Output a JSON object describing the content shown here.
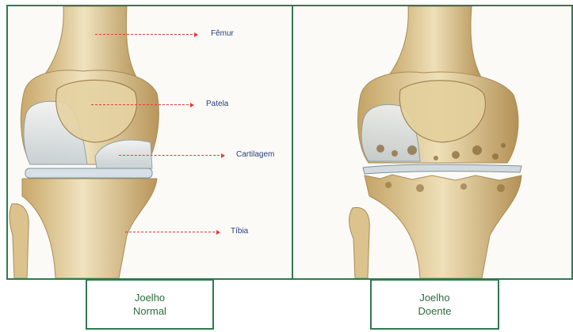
{
  "labels": {
    "femur": "Fêmur",
    "patela": "Patela",
    "cartilagem": "Cartilagem",
    "tibia": "Tíbia"
  },
  "captions": {
    "normal_line1": "Joelho",
    "normal_line2": "Normal",
    "doente_line1": "Joelho",
    "doente_line2": "Doente"
  },
  "colors": {
    "frame": "#2f7a4f",
    "arrow": "#e23a3a",
    "label_text": "#2a3f7a",
    "caption_text": "#2e6b3f",
    "bone": "#e8d6a8",
    "cartilage": "#dfe6ea"
  }
}
